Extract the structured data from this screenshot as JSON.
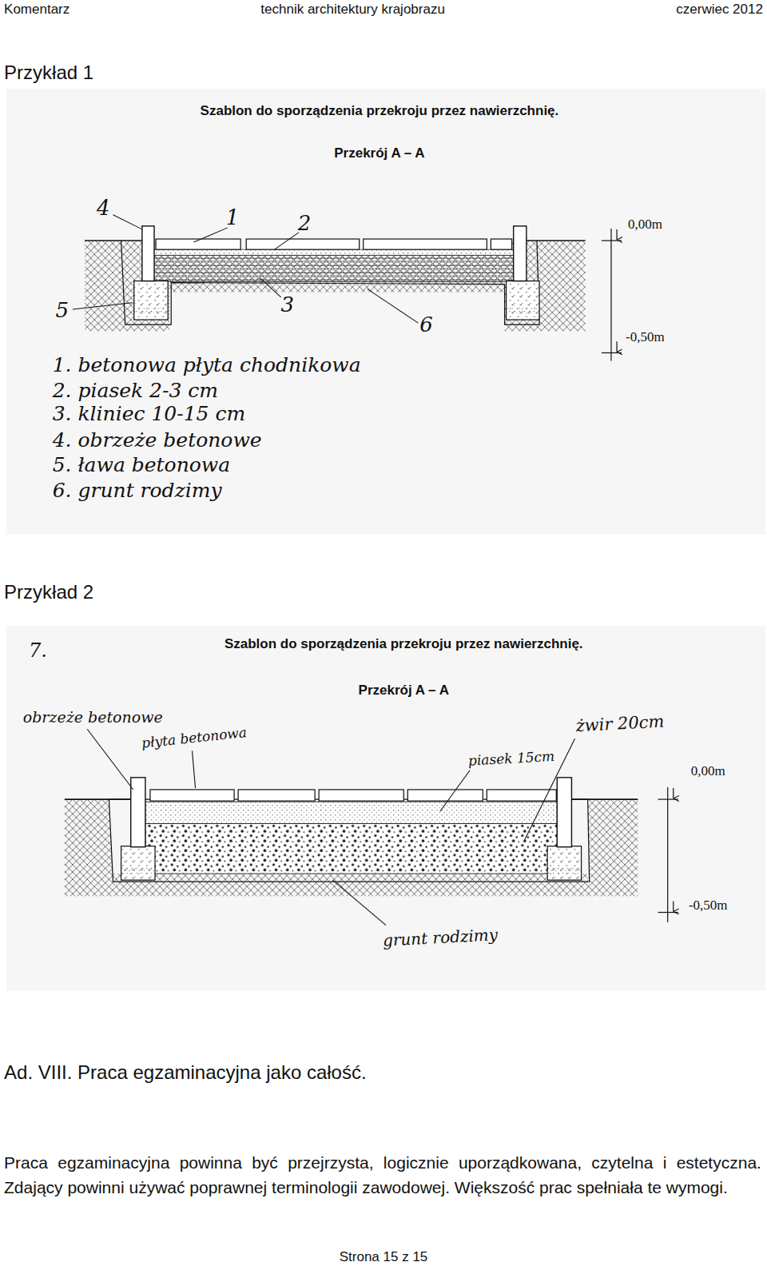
{
  "diagram": {
    "labels": [
      "Komentarz",
      "technik architektury krajobrazu",
      "czerwiec 2012",
      "Przykład 1",
      "Szablon do sporządzenia przekroju przez nawierzchnię.",
      "Przekrój A – A",
      "4",
      "1",
      "2",
      "0,00m",
      "5",
      "3",
      "6",
      "-0,50m",
      "1. betonowa płyta chodnikowa",
      "2. piasek 2-3 cm",
      "3. kliniec 10-15 cm",
      "4. obrzeże betonowe",
      "5. ława betonowa",
      "6. grunt rodzimy",
      "Przykład 2",
      "7.",
      "Szablon do sporządzenia przekroju przez nawierzchnię.",
      "Przekrój A – A",
      "obrzeże betonowe",
      "płyta betonowa",
      "żwir 20cm",
      "piasek 15cm",
      "0,00m",
      "-0,50m",
      "grunt rodzimy",
      "Ad. VIII. Praca egzaminacyjna jako całość.",
      "Praca egzaminacyjna powinna być przejrzysta, logicznie uporządkowana, czytelna i estetyczna. Zdający powinni używać poprawnej terminologii zawodowej. Większość prac spełniała te wymogi.",
      "Strona 15 z 15"
    ]
  }
}
